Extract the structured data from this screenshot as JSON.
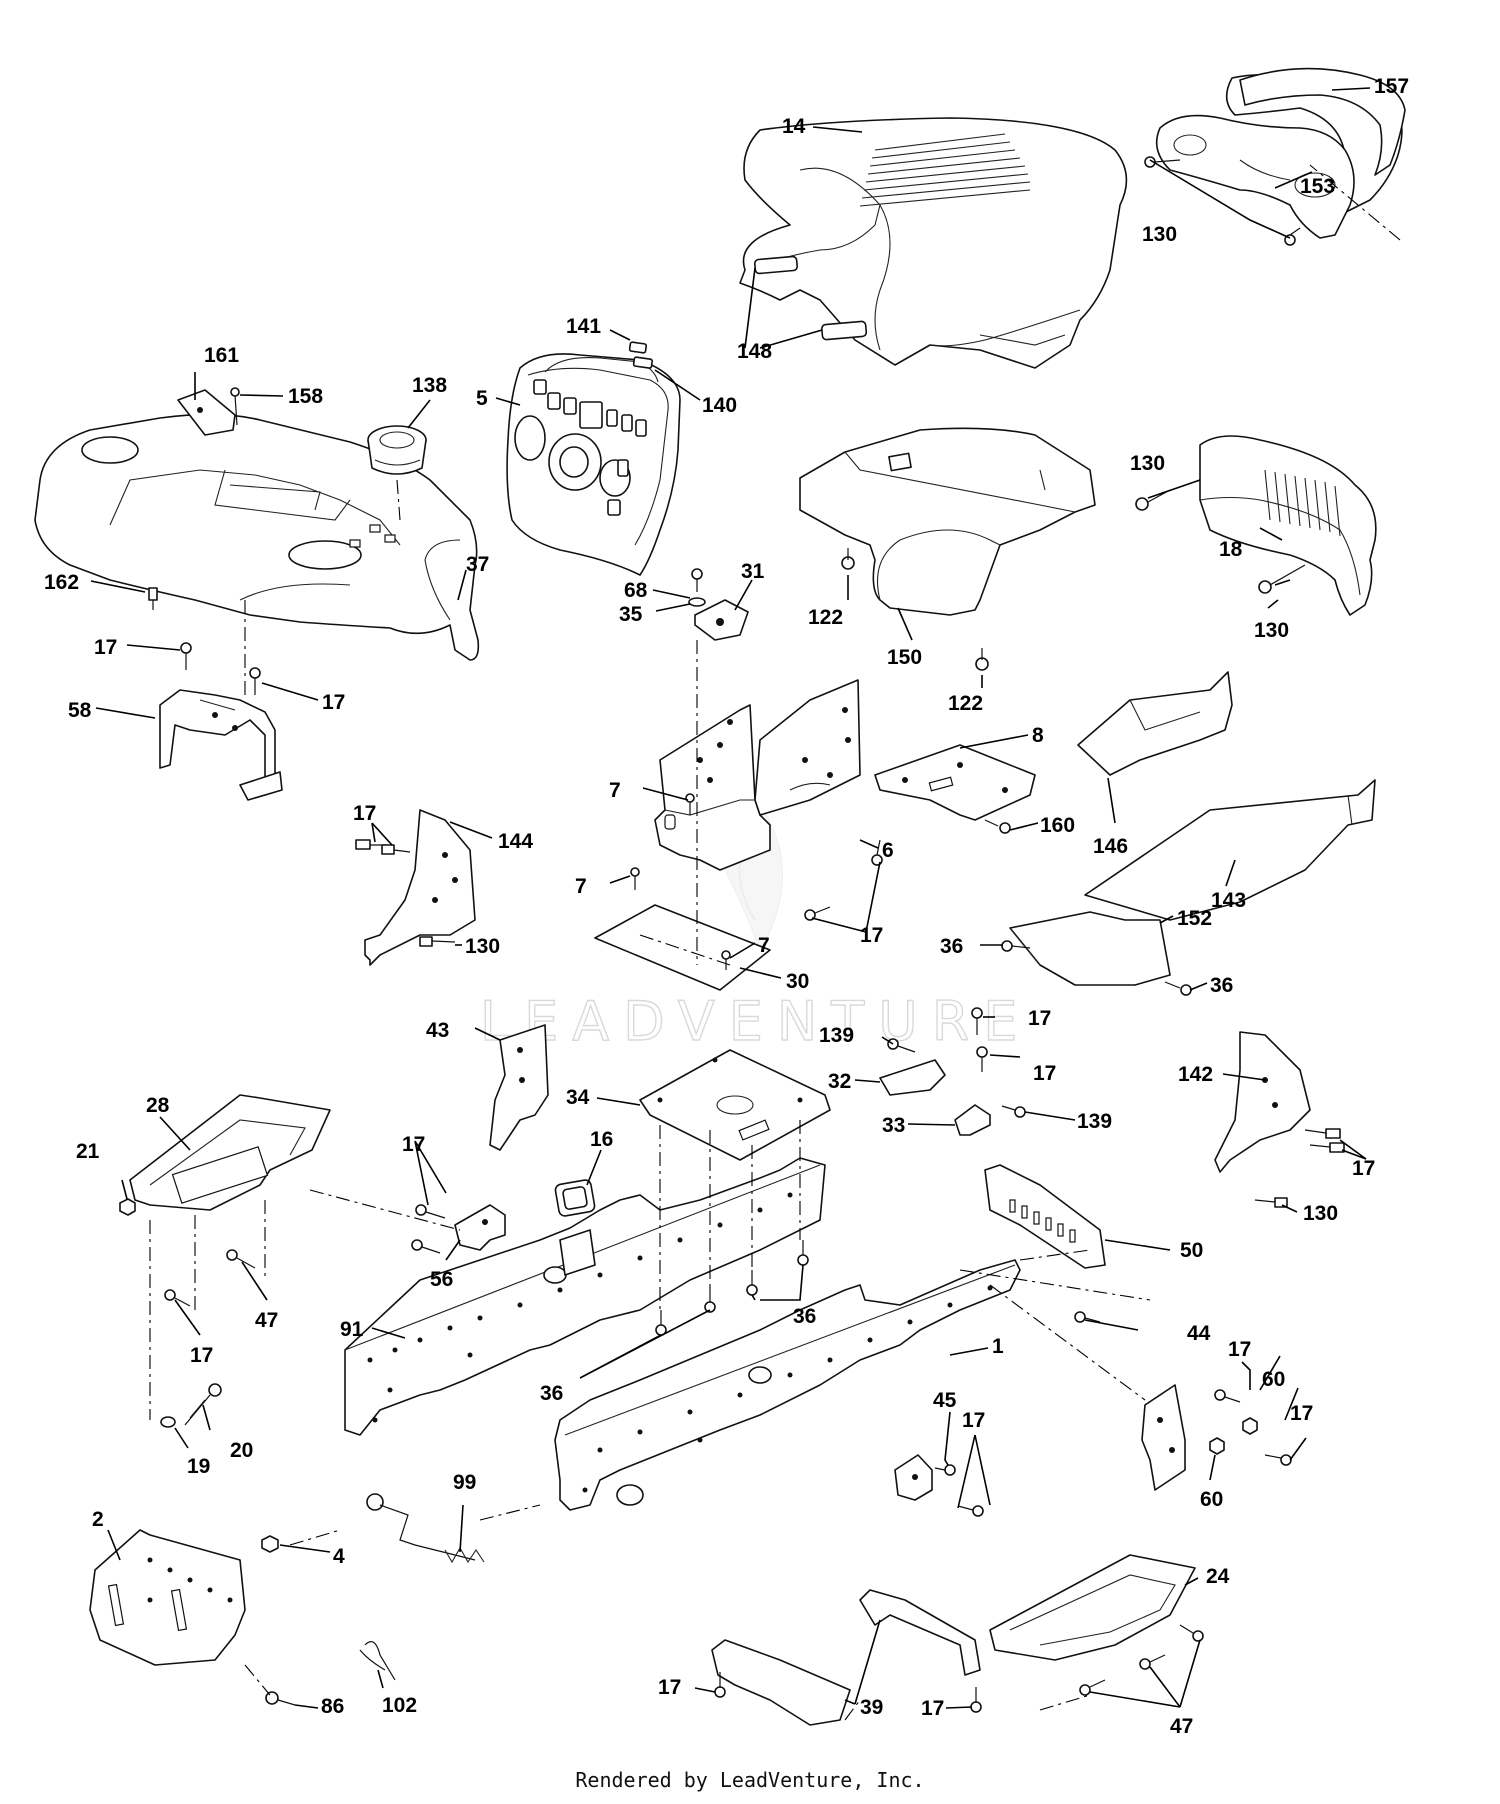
{
  "footer": {
    "credit": "Rendered by LeadVenture, Inc."
  },
  "watermark": {
    "text": "LEADVENTURE"
  },
  "callouts": [
    "14",
    "157",
    "153",
    "130",
    "148",
    "141",
    "140",
    "5",
    "161",
    "158",
    "138",
    "37",
    "162",
    "17",
    "17",
    "58",
    "130",
    "18",
    "130",
    "122",
    "150",
    "122",
    "68",
    "35",
    "31",
    "8",
    "160",
    "146",
    "143",
    "17",
    "144",
    "130",
    "7",
    "7",
    "7",
    "6",
    "17",
    "30",
    "36",
    "152",
    "36",
    "43",
    "139",
    "32",
    "17",
    "17",
    "33",
    "139",
    "34",
    "16",
    "142",
    "17",
    "130",
    "28",
    "21",
    "17",
    "56",
    "50",
    "47",
    "17",
    "91",
    "36",
    "36",
    "1",
    "44",
    "17",
    "60",
    "17",
    "60",
    "45",
    "17",
    "19",
    "20",
    "99",
    "2",
    "4",
    "102",
    "86",
    "39",
    "17",
    "17",
    "24",
    "47"
  ]
}
